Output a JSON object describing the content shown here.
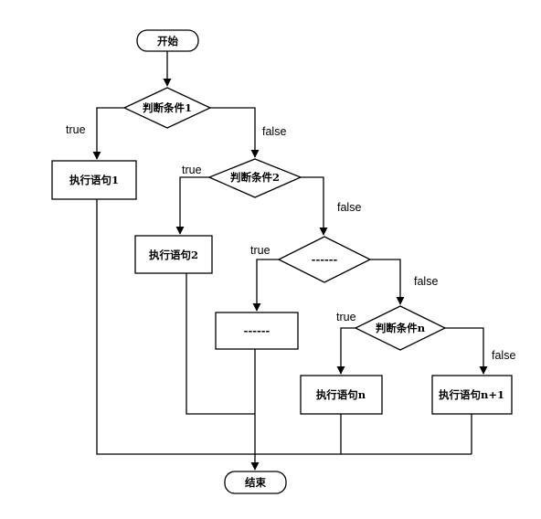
{
  "nodes": {
    "start": "开始",
    "cond1": "判断条件1",
    "stmt1": "执行语句1",
    "cond2": "判断条件2",
    "stmt2": "执行语句2",
    "cond_more": "------",
    "stmt_more": "------",
    "condn": "判断条件n",
    "stmtn": "执行语句n",
    "stmtn1": "执行语句n+1",
    "end": "结束"
  },
  "edges": {
    "cond1_true": "true",
    "cond1_false": "false",
    "cond2_true": "true",
    "cond2_false": "false",
    "cond_more_true": "true",
    "cond_more_false": "false",
    "condn_true": "true",
    "condn_false": "false"
  }
}
